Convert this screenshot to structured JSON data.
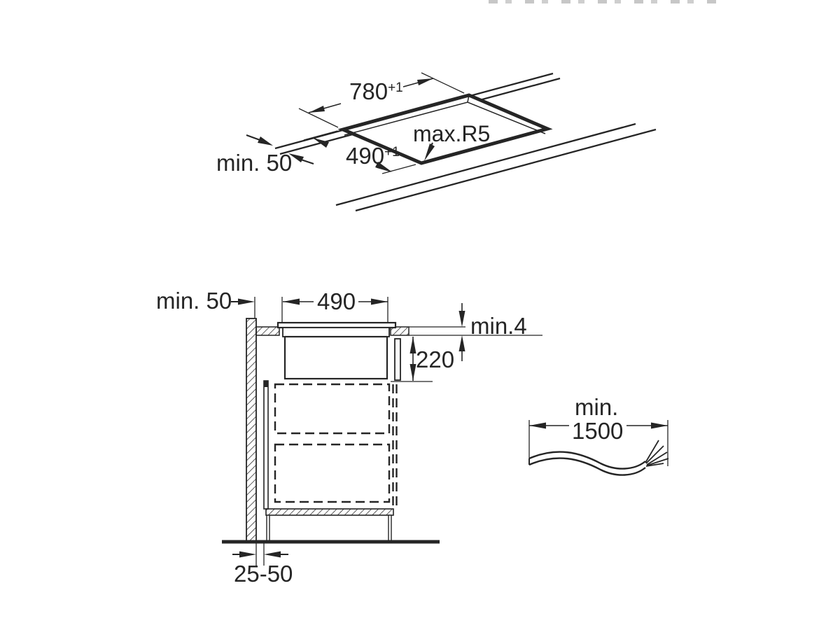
{
  "colors": {
    "ink": "#252525",
    "background": "#ffffff",
    "fragment_gray": "#bdbdbd"
  },
  "isometric_view": {
    "cutout_width": {
      "value": "780",
      "tolerance": "+1"
    },
    "cutout_depth": {
      "value": "490",
      "tolerance": "+1"
    },
    "corner_radius_label": "max.R5",
    "rear_clearance_label": "min. 50"
  },
  "section_view": {
    "wall_clearance_label": "min. 50",
    "cutout_width_value": "490",
    "surface_gap_label": "min.4",
    "installation_depth_value": "220",
    "plinth_gap_range": "25-50"
  },
  "cable_detail": {
    "min_label": "min.",
    "length_value": "1500"
  }
}
